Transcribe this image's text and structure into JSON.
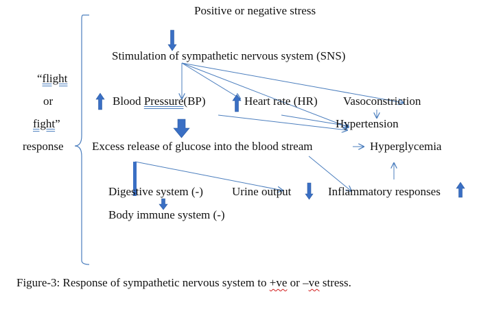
{
  "diagram": {
    "title": "Positive or negative stress",
    "sns": "Stimulation of sympathetic nervous system (SNS)",
    "side_label": {
      "line1_prefix": "“",
      "line1_word": "flight",
      "line2": "or",
      "line3_word": "fight",
      "line3_suffix": "”",
      "line4": "response"
    },
    "bp_prefix": "Blood ",
    "bp_underlined": "Pressure",
    "bp_suffix": "(BP)",
    "hr": "Heart  rate (HR)",
    "vasoconstriction": "Vasoconstriction",
    "hypertension": "Hypertension",
    "glucose": "Excess release of glucose into the blood stream",
    "hyperglycemia": "Hyperglycemia",
    "digestive": "Digestive system (-)",
    "urine": "Urine output",
    "inflammatory": "Inflammatory responses",
    "immune": "Body immune system (-)",
    "caption_main": "Figure-3: Response of sympathetic nervous system to ",
    "caption_ve1": "+ve",
    "caption_or": " or –",
    "caption_ve2": "ve",
    "caption_end": " stress."
  },
  "colors": {
    "arrow": "#4a7dbd",
    "block_arrow": "#3a6fc4",
    "text": "#111111",
    "spell_mark": "#d11a1a"
  }
}
